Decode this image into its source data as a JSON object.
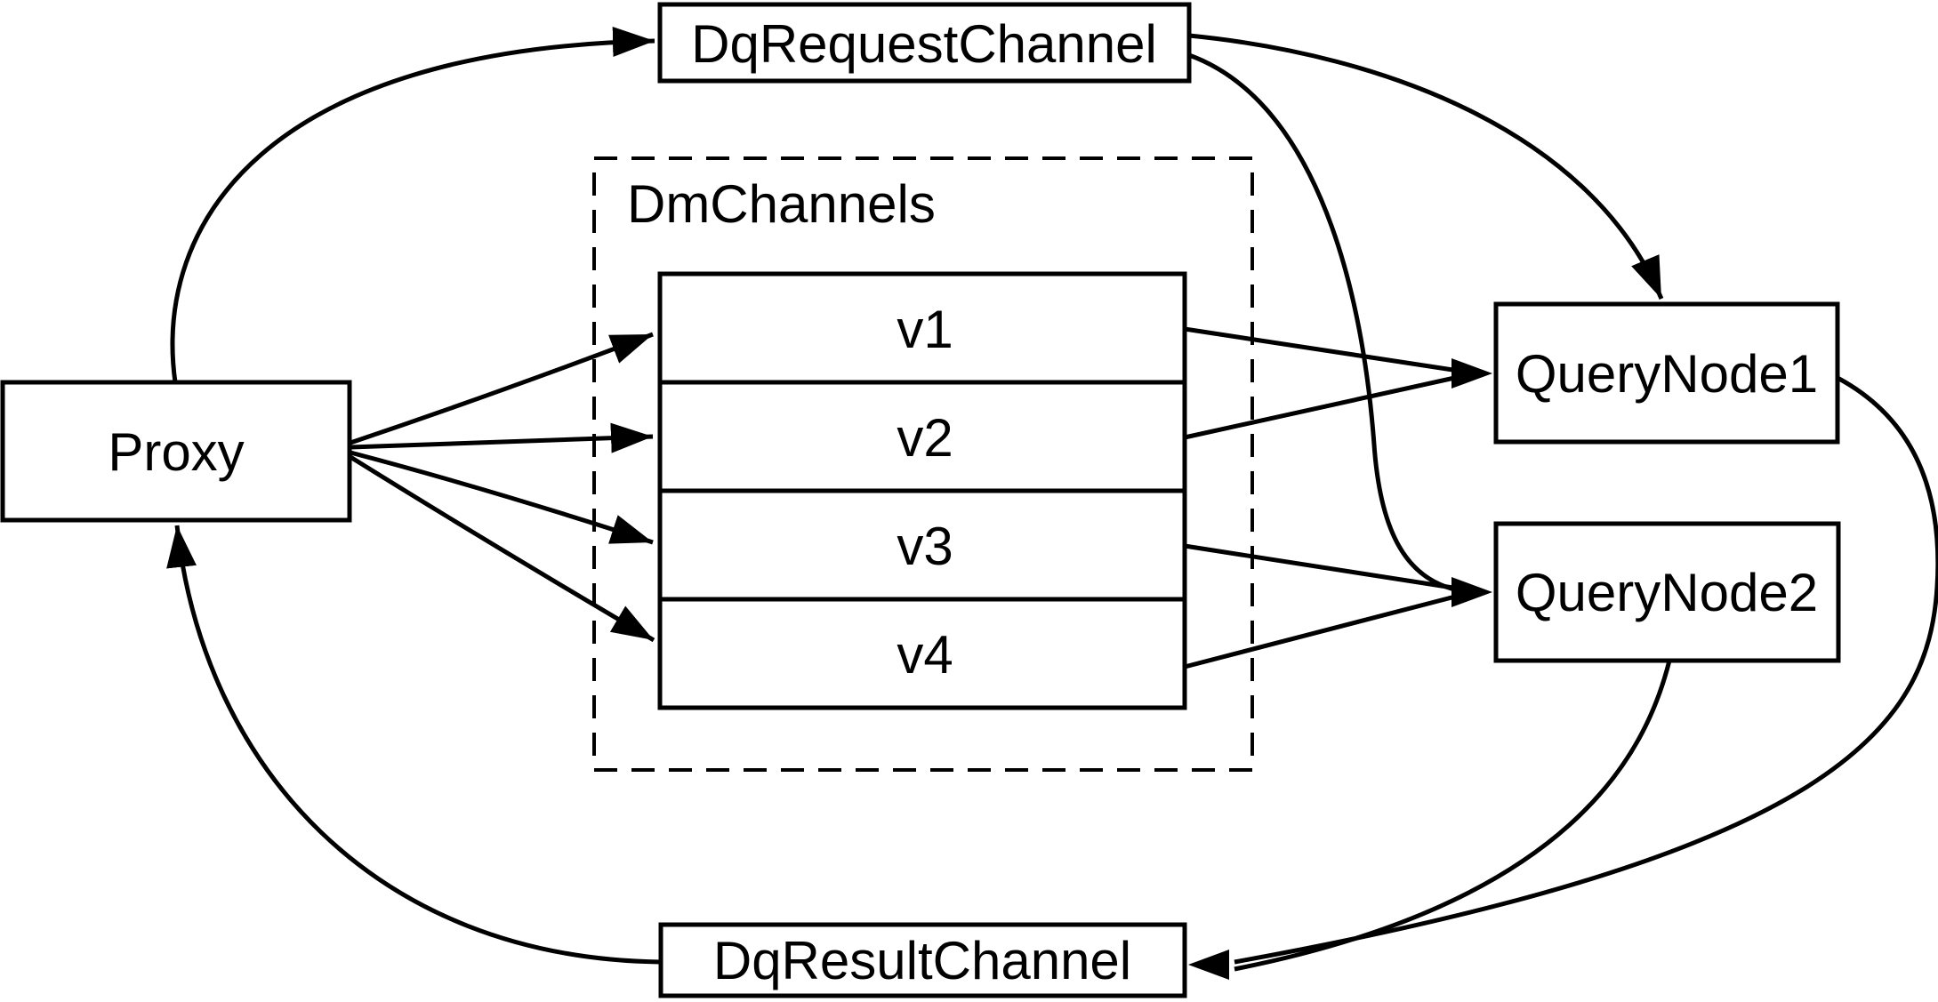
{
  "diagram": {
    "background_color": "#ffffff",
    "line_color": "#000000",
    "nodes": {
      "dq_request_channel": {
        "label": "DqRequestChannel"
      },
      "proxy": {
        "label": "Proxy"
      },
      "dm_channels_group": {
        "label": "DmChannels"
      },
      "channels": [
        {
          "label": "v1"
        },
        {
          "label": "v2"
        },
        {
          "label": "v3"
        },
        {
          "label": "v4"
        }
      ],
      "query_node_1": {
        "label": "QueryNode1"
      },
      "query_node_2": {
        "label": "QueryNode2"
      },
      "dq_result_channel": {
        "label": "DqResultChannel"
      }
    },
    "edges": [
      {
        "from": "Proxy",
        "to": "DqRequestChannel"
      },
      {
        "from": "Proxy",
        "to": "v1"
      },
      {
        "from": "Proxy",
        "to": "v2"
      },
      {
        "from": "Proxy",
        "to": "v3"
      },
      {
        "from": "Proxy",
        "to": "v4"
      },
      {
        "from": "v1",
        "to": "QueryNode1"
      },
      {
        "from": "v2",
        "to": "QueryNode1"
      },
      {
        "from": "v3",
        "to": "QueryNode2"
      },
      {
        "from": "v4",
        "to": "QueryNode2"
      },
      {
        "from": "DqRequestChannel",
        "to": "QueryNode1"
      },
      {
        "from": "DqRequestChannel",
        "to": "QueryNode2"
      },
      {
        "from": "QueryNode1",
        "to": "DqResultChannel"
      },
      {
        "from": "QueryNode2",
        "to": "DqResultChannel"
      },
      {
        "from": "DqResultChannel",
        "to": "Proxy"
      }
    ]
  }
}
